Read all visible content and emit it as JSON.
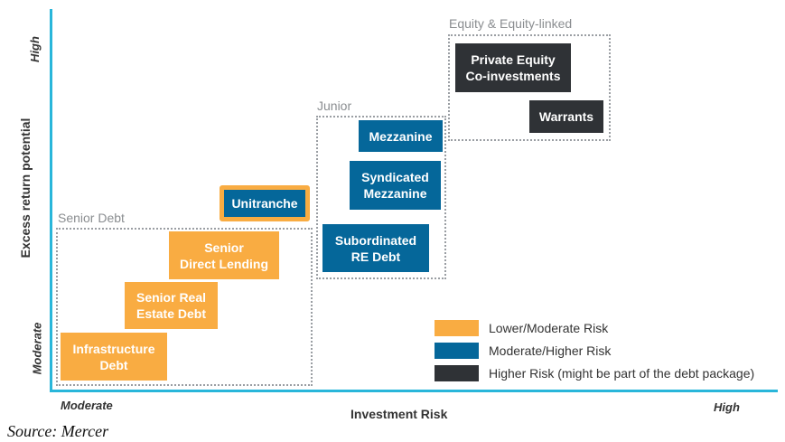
{
  "axes": {
    "y_label": "Excess return potential",
    "y_high": "High",
    "y_low": "Moderate",
    "x_label": "Investment Risk",
    "x_low": "Moderate",
    "x_high": "High"
  },
  "groups": {
    "senior": "Senior Debt",
    "junior": "Junior",
    "equity": "Equity & Equity-linked"
  },
  "boxes": {
    "infrastructure": "Infrastructure\nDebt",
    "senior_re": "Senior Real\nEstate Debt",
    "senior_dl": "Senior\nDirect Lending",
    "unitranche": "Unitranche",
    "mezzanine": "Mezzanine",
    "synd_mezz": "Syndicated\nMezzanine",
    "sub_re": "Subordinated\nRE Debt",
    "pe": "Private Equity\nCo-investments",
    "warrants": "Warrants"
  },
  "legend": [
    {
      "label": "Lower/Moderate Risk",
      "color": "#f9ac42"
    },
    {
      "label": "Moderate/Higher Risk",
      "color": "#05679a"
    },
    {
      "label": "Higher Risk (might be part of the debt package)",
      "color": "#2f3236"
    }
  ],
  "source": "Source: Mercer"
}
